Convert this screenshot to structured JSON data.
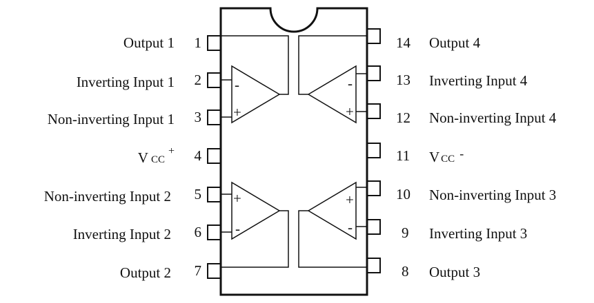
{
  "pins": {
    "p1": {
      "number": "1",
      "label": "Output 1"
    },
    "p2": {
      "number": "2",
      "label": "Inverting Input 1"
    },
    "p3": {
      "number": "3",
      "label": "Non-inverting Input 1"
    },
    "p4": {
      "number": "4",
      "label_main": "V",
      "label_sub": "CC",
      "label_sup": "+"
    },
    "p5": {
      "number": "5",
      "label": "Non-inverting Input 2"
    },
    "p6": {
      "number": "6",
      "label": "Inverting Input 2"
    },
    "p7": {
      "number": "7",
      "label": "Output 2"
    },
    "p8": {
      "number": "8",
      "label": "Output 3"
    },
    "p9": {
      "number": "9",
      "label": "Inverting Input 3"
    },
    "p10": {
      "number": "10",
      "label": "Non-inverting Input 3"
    },
    "p11": {
      "number": "11",
      "label_main": "V",
      "label_sub": "CC",
      "label_sup": "-"
    },
    "p12": {
      "number": "12",
      "label": "Non-inverting Input 4"
    },
    "p13": {
      "number": "13",
      "label": "Inverting Input 4"
    },
    "p14": {
      "number": "14",
      "label": "Output 4"
    }
  },
  "amplifiers": {
    "a1": {
      "top_sign": "-",
      "bottom_sign": "+"
    },
    "a2": {
      "top_sign": "+",
      "bottom_sign": "-"
    },
    "a3": {
      "top_sign": "+",
      "bottom_sign": "-"
    },
    "a4": {
      "top_sign": "-",
      "bottom_sign": "+"
    }
  }
}
